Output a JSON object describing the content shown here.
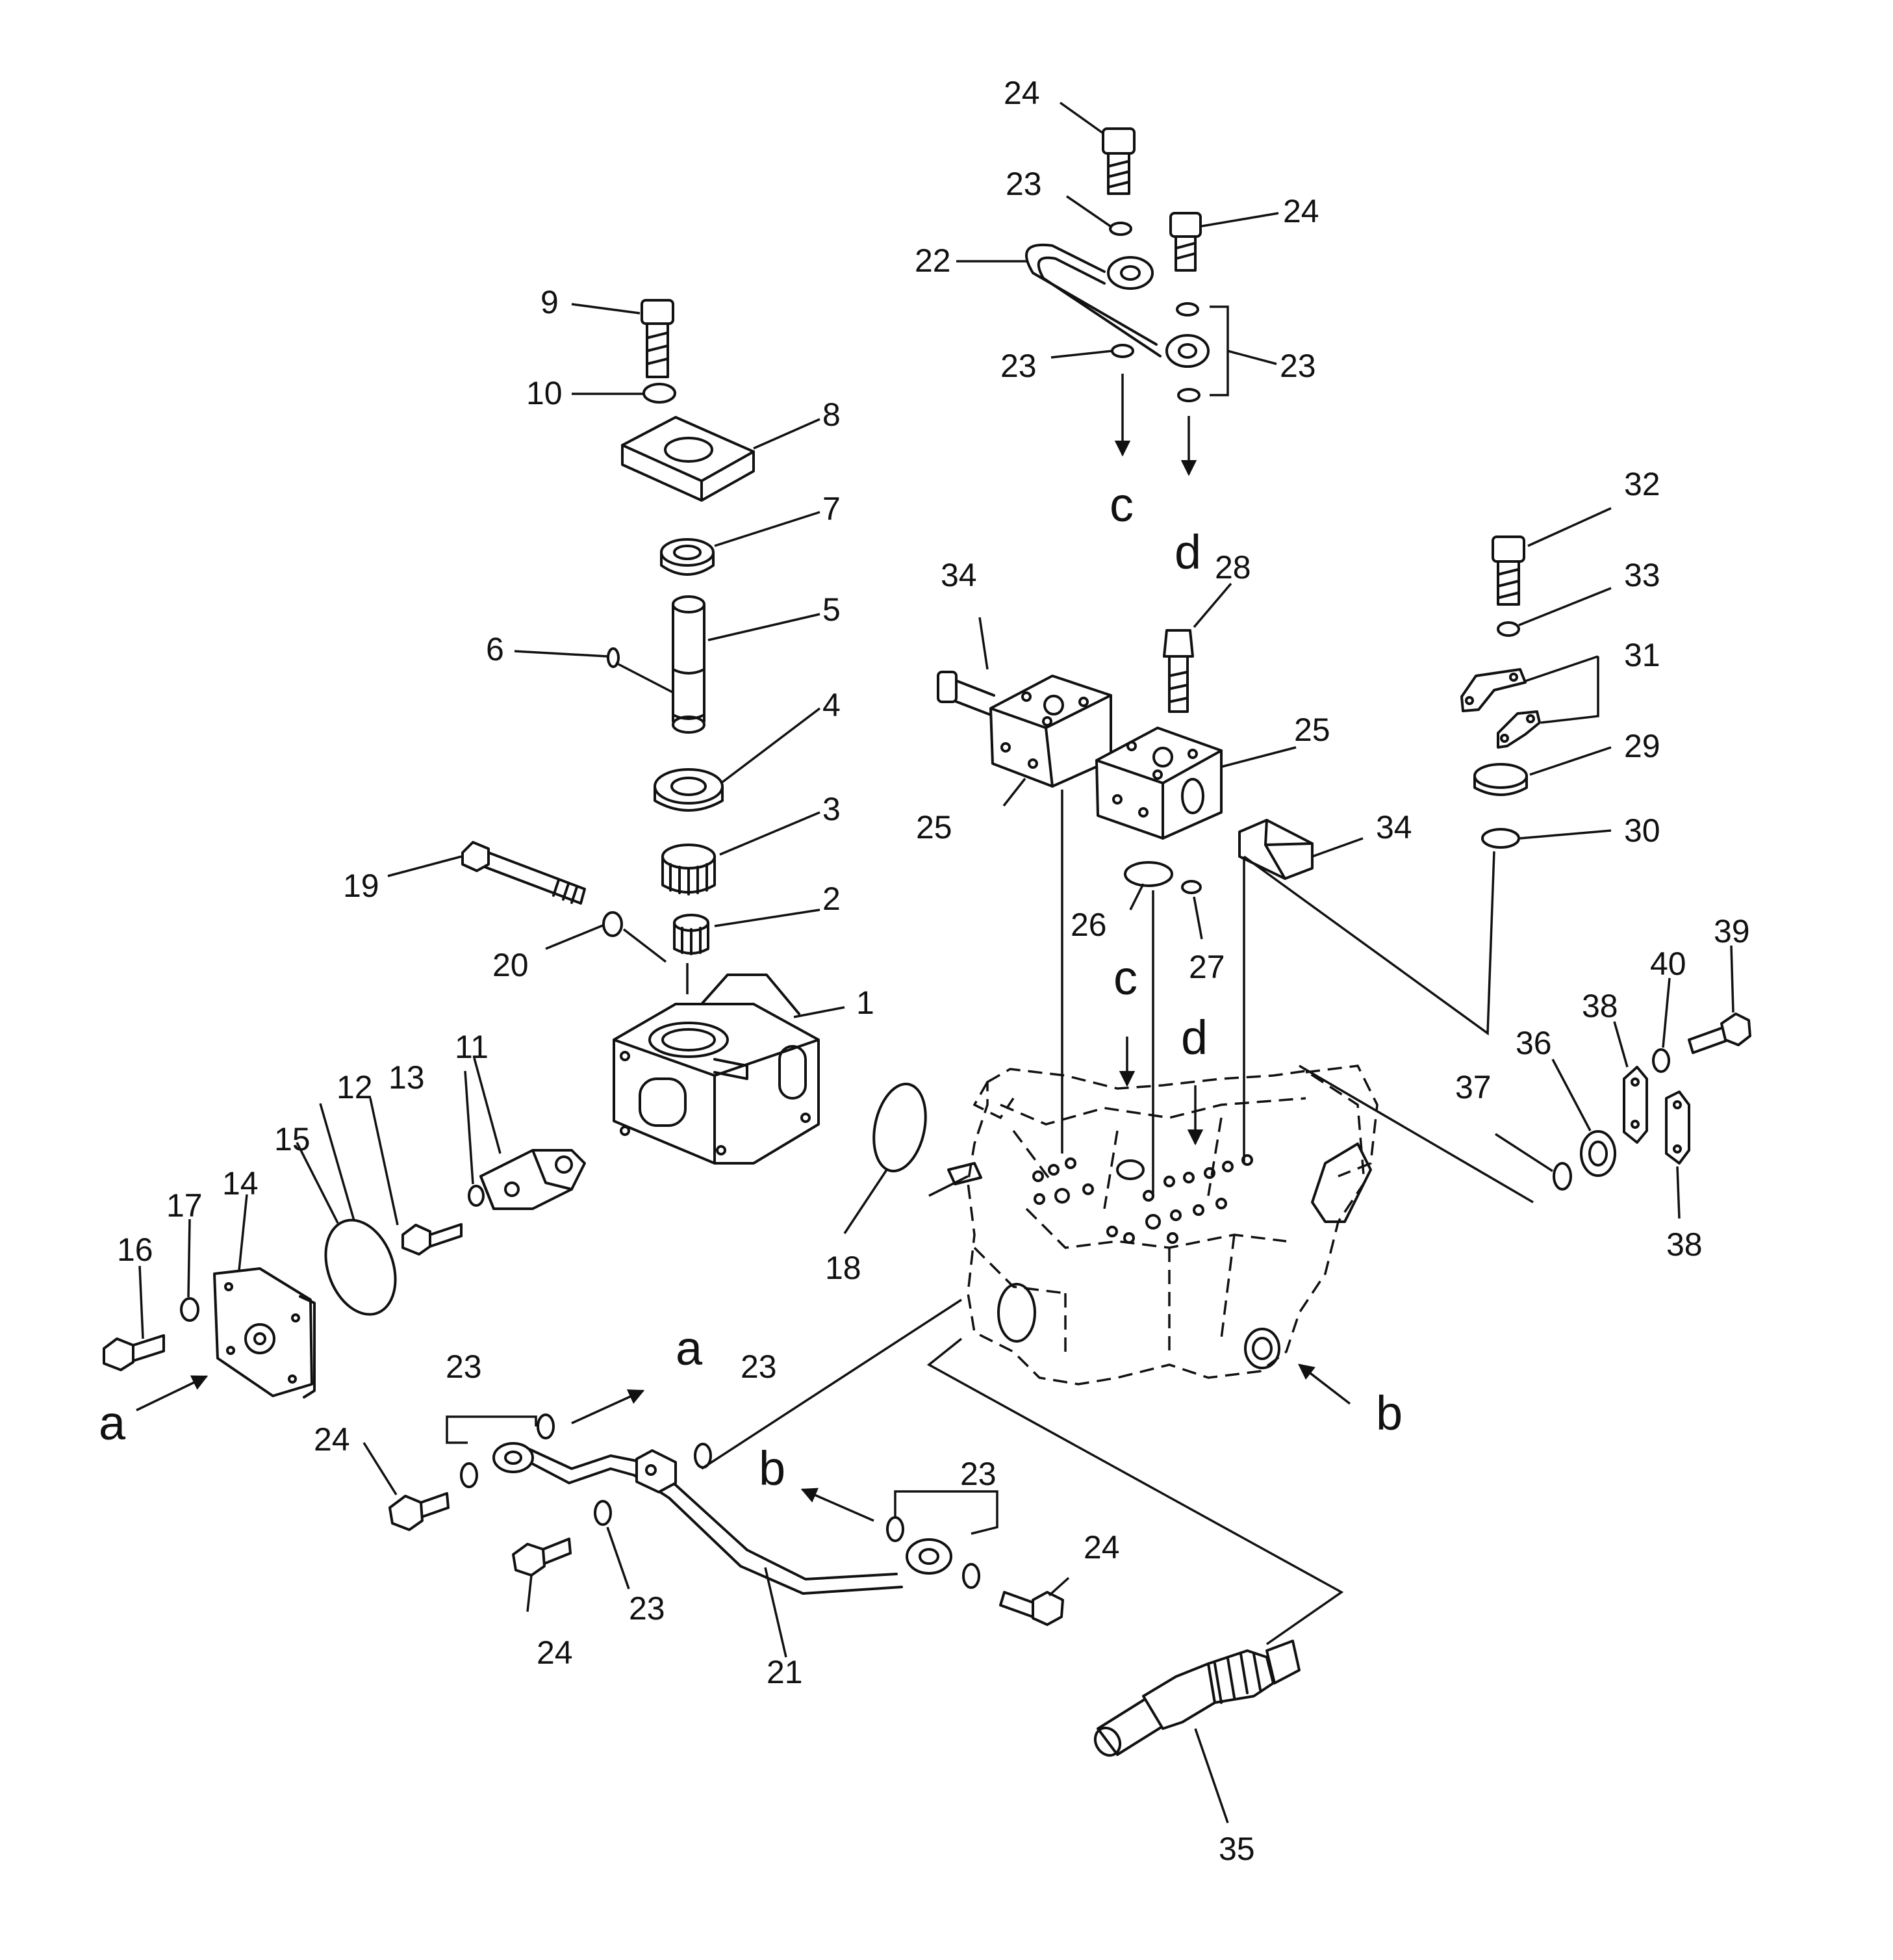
{
  "callouts": [
    "1",
    "2",
    "3",
    "4",
    "5",
    "6",
    "7",
    "8",
    "9",
    "10",
    "11",
    "12",
    "13",
    "14",
    "15",
    "16",
    "17",
    "18",
    "19",
    "20",
    "21",
    "22",
    "23",
    "24",
    "25",
    "26",
    "27",
    "28",
    "29",
    "30",
    "31",
    "32",
    "33",
    "34",
    "35",
    "36",
    "37",
    "38",
    "39",
    "40"
  ],
  "refs": {
    "a": "a",
    "b": "b",
    "c": "c",
    "d": "d"
  }
}
